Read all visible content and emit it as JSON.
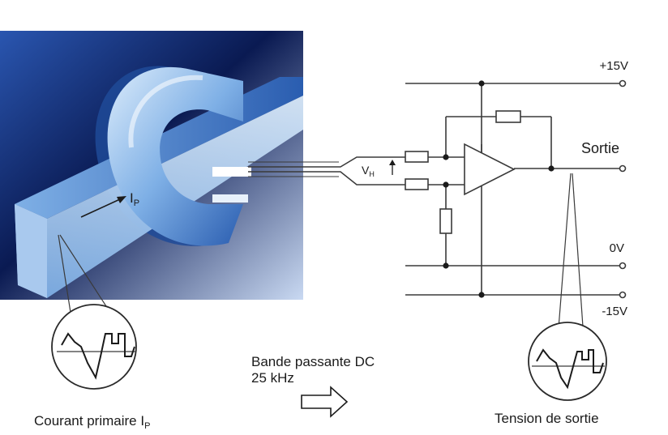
{
  "colors": {
    "panel_dark": "#0a1a52",
    "panel_mid": "#2a56b0",
    "panel_light": "#c9d9f2",
    "metal_light": "#dcecfb",
    "metal_mid": "#7fb0e6",
    "metal_dark": "#2a5db0",
    "wire": "#3a3a3a",
    "text": "#1b1b1b"
  },
  "icons": [
    "current-arrow-icon",
    "hollow-arrow-icon",
    "hall-voltage-arrow-icon",
    "waveform-icon"
  ],
  "labels": {
    "current_symbol": "I",
    "current_subscript": "P",
    "hall_voltage": "V",
    "hall_subscript": "H",
    "plus_supply": "+15V",
    "output": "Sortie",
    "zero_volt": "0V",
    "minus_supply": "-15V",
    "bandwidth_line1": "Bande passante DC",
    "bandwidth_line2": "25 kHz",
    "primary_current": "Courant primaire I",
    "primary_subscript": "P",
    "output_voltage": "Tension de sortie"
  }
}
